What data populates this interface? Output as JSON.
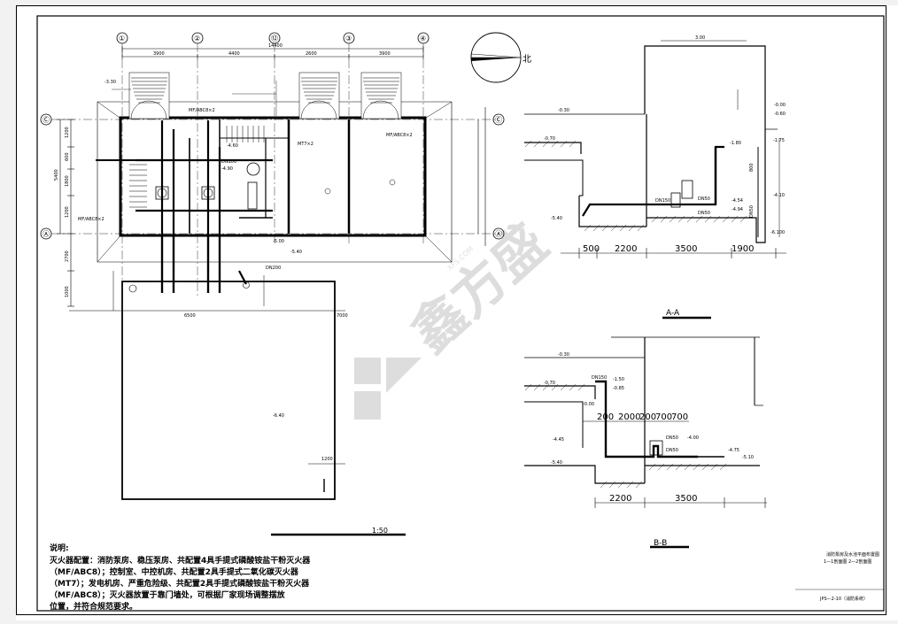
{
  "drawing": {
    "axis_top": [
      "①",
      "②",
      "⑫",
      "③",
      "④"
    ],
    "axis_left": [
      "Ⓒ",
      "Ⓐ"
    ],
    "axis_right": [
      "Ⓒ",
      "Ⓐ"
    ],
    "north_label": "北",
    "top_total": "14400",
    "top_dims": [
      "3900",
      "4400",
      "2600",
      "3900"
    ],
    "plan_labels": {
      "mf1": "MF/ABC8×2",
      "mf2": "MF/ABC8×2",
      "mf3": "MF/ABC8×2",
      "mt7": "MT7×2",
      "dn100": "DN100",
      "dn200": "DN200"
    },
    "elev_labels": [
      "-3.30",
      "-4.60",
      "-4.90",
      "-5.00",
      "-5.40",
      "-6.40"
    ],
    "left_dims": [
      "5400",
      "1200",
      "600",
      "1800",
      "1200"
    ],
    "tank_dims": [
      "6500",
      "7000",
      "1200",
      "1000",
      "2700"
    ],
    "scale_label": "1:50",
    "section_aa": {
      "title": "A-A",
      "dims": [
        "500",
        "2200",
        "3500",
        "1900"
      ],
      "top_dim": "3.00",
      "elevs": [
        "-0.30",
        "-0.70",
        "-1.80",
        "-1.75",
        "-4.10",
        "-4.54",
        "-4.94",
        "-5.40",
        "-6.100",
        "-0.00",
        "-0.60"
      ],
      "pipes": [
        "DN150",
        "DN50",
        "DN50"
      ],
      "side_dims": [
        "800",
        "DN50"
      ]
    },
    "section_bb": {
      "title": "B-B",
      "dims_top": [
        "200",
        "2000",
        "200",
        "700",
        "700"
      ],
      "dims_bottom": [
        "2200",
        "3500"
      ],
      "elevs": [
        "-0.30",
        "-0.70",
        "-1.50",
        "-0.85",
        "-0.00",
        "-4.45",
        "-4.00",
        "-4.75",
        "-5.10",
        "-5.40"
      ],
      "pipes": [
        "DN150",
        "DN50",
        "DN50"
      ]
    },
    "notes": {
      "heading": "说明:",
      "lines": [
        "灭火器配置：消防泵房、稳压泵房、共配置4具手提式磷酸铵盐干粉灭火器",
        "（MF/ABC8）；控制室、中控机房、共配置2具手提式二氧化碳灭火器",
        "（MT7）；发电机房、严重危险级、共配置2具手提式磷酸铵盐干粉灭火器",
        "（MF/ABC8）；灭火器放置于靠门墙处，可根据厂家现场调整摆放",
        "位置，并符合规范要求。"
      ]
    },
    "title_block": {
      "line1": "消防泵房及水池平面布置图",
      "line2": "1—1剖面图  2—2剖面图",
      "drawing_no": "JPS—2-10（消防系统）"
    },
    "watermark": {
      "brand": "鑫方盛",
      "site": "XFS.COM"
    }
  }
}
